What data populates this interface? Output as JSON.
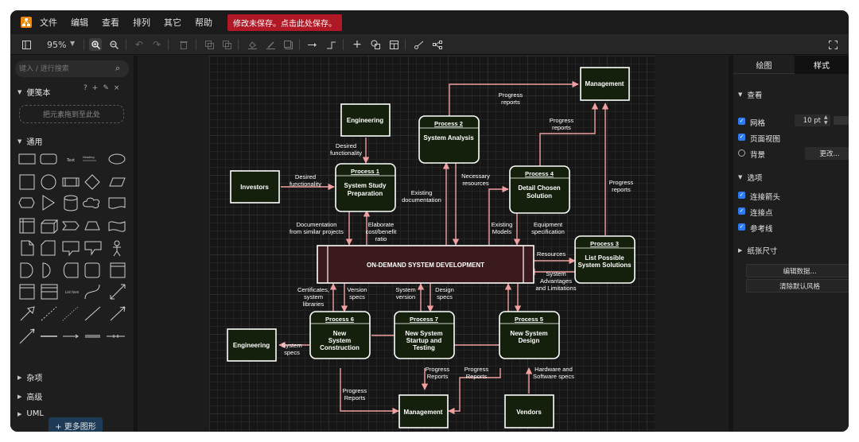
{
  "menubar": {
    "items": [
      "文件",
      "编辑",
      "查看",
      "排列",
      "其它",
      "帮助"
    ],
    "unsaved_notice": "修改未保存。点击此处保存。"
  },
  "toolbar": {
    "zoom": "95%"
  },
  "left_panel": {
    "search_placeholder": "键入 / 进行搜索",
    "scratchpad_title": "便笺本",
    "drop_hint": "把元素拖到至此处",
    "general_title": "通用",
    "shape_text_label": "Text",
    "shape_heading_label": "Heading",
    "shape_list_label": "List Item",
    "sections": [
      "杂项",
      "高级",
      "UML"
    ],
    "more_shapes": "+ 更多图形"
  },
  "right_panel": {
    "tabs": [
      "绘图",
      "样式"
    ],
    "view_title": "查看",
    "grid_label": "网格",
    "grid_size": "10 pt",
    "page_view_label": "页面视图",
    "background_label": "背景",
    "change_button": "更改...",
    "options_title": "选项",
    "connection_arrows": "连接箭头",
    "connection_points": "连接点",
    "guides": "参考线",
    "paper_size_title": "纸张尺寸",
    "edit_data_button": "编辑数据...",
    "clear_style_button": "清除默认风格"
  },
  "diagram": {
    "nodes": {
      "management_top": "Management",
      "engineering_top": "Engineering",
      "investors": "Investors",
      "proc1_title": "Process 1",
      "proc1_l1": "System Study",
      "proc1_l2": "Preparation",
      "proc2_title": "Process 2",
      "proc2_l1": "System Analysis",
      "proc4_title": "Process 4",
      "proc4_l1": "Detail Chosen",
      "proc4_l2": "Solution",
      "proc3_title": "Process 3",
      "proc3_l1": "List Possible",
      "proc3_l2": "System Solutions",
      "central": "ON-DEMAND SYSTEM DEVELOPMENT",
      "engineering_bottom": "Engineering",
      "proc6_title": "Process 6",
      "proc6_l1": "New",
      "proc6_l2": "System",
      "proc6_l3": "Construction",
      "proc7_title": "Process 7",
      "proc7_l1": "New System",
      "proc7_l2": "Startup and",
      "proc7_l3": "Testing",
      "proc5_title": "Process 5",
      "proc5_l1": "New System",
      "proc5_l2": "Design",
      "management_bottom": "Management",
      "vendors": "Vendors"
    },
    "edge_labels": {
      "progress_reports_top_1": "Progress",
      "progress_reports_top_2": "reports",
      "progress_reports_p4_1": "Progress",
      "progress_reports_p4_2": "reports",
      "progress_reports_p3_1": "Progress",
      "progress_reports_p3_2": "reports",
      "desired_func_eng_1": "Desired",
      "desired_func_eng_2": "functionality",
      "desired_func_inv_1": "Desired",
      "desired_func_inv_2": "functionality",
      "necessary_res_1": "Necessary",
      "necessary_res_2": "resources",
      "existing_doc_1": "Existing",
      "existing_doc_2": "documentation",
      "documentation_1": "Documentation",
      "documentation_2": "from similar projects",
      "elaborate_1": "Elaborate",
      "elaborate_2": "cost/benefit",
      "elaborate_3": "ratio",
      "existing_models_1": "Existing",
      "existing_models_2": "Models",
      "equipment_1": "Equipment",
      "equipment_2": "specification",
      "resources": "Resources",
      "sys_adv_1": "System",
      "sys_adv_2": "Advantages",
      "sys_adv_3": "and Limitations",
      "certificates_1": "Certificates,",
      "certificates_2": "system",
      "certificates_3": "libraries",
      "version_specs_1": "Version",
      "version_specs_2": "specs",
      "system_version_1": "System",
      "system_version_2": "version",
      "design_specs_1": "Design",
      "design_specs_2": "specs",
      "system_specs_1": "System",
      "system_specs_2": "specs",
      "progress_reports_b1_1": "Progress",
      "progress_reports_b1_2": "Reports",
      "progress_reports_b2_1": "Progress",
      "progress_reports_b2_2": "Reports",
      "progress_reports_b3_1": "Progress",
      "progress_reports_b3_2": "Reports",
      "hardware_1": "Hardware and",
      "hardware_2": "Software specs"
    }
  },
  "colors": {
    "accent": "#2f7bf6",
    "unsaved": "#b01826",
    "edge": "#f0a0a0",
    "node_fill": "#15200c",
    "central_fill": "#3b1a1e"
  }
}
